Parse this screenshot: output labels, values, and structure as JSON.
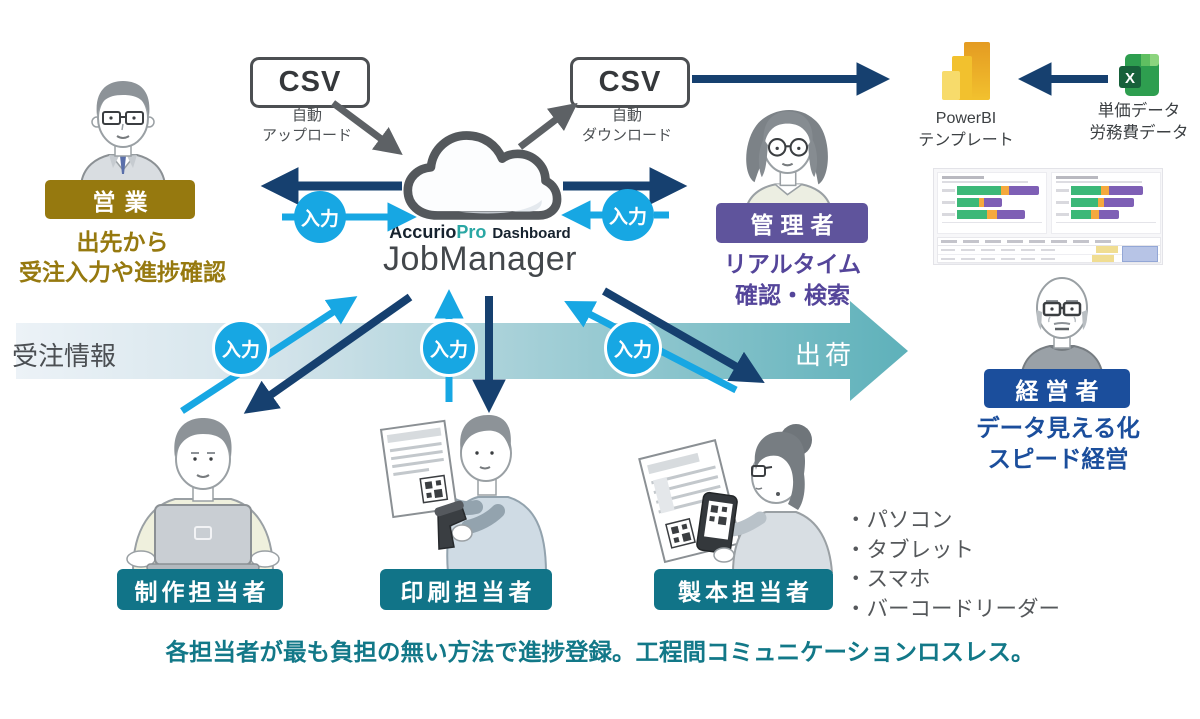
{
  "cloud": {
    "brand_accurio": "Accurio",
    "brand_pro": "Pro",
    "brand_dashboard": "Dashboard",
    "product_name": "JobManager"
  },
  "csv_upload": {
    "box_label": "CSV",
    "caption_line1": "自動",
    "caption_line2": "アップロード"
  },
  "csv_download": {
    "box_label": "CSV",
    "caption_line1": "自動",
    "caption_line2": "ダウンロード"
  },
  "powerbi": {
    "caption_line1": "PowerBI",
    "caption_line2": "テンプレート"
  },
  "excel_data": {
    "caption_line1": "単価データ",
    "caption_line2": "労務費データ"
  },
  "roles": {
    "sales": {
      "label": "営業",
      "desc_line1": "出先から",
      "desc_line2": "受注入力や進捗確認"
    },
    "admin": {
      "label": "管理者",
      "desc_line1": "リアルタイム",
      "desc_line2": "確認・検索"
    },
    "executive": {
      "label": "経営者",
      "desc_line1": "データ見える化",
      "desc_line2": "スピード経営"
    }
  },
  "flow_band": {
    "start_label": "受注情報",
    "end_label": "出荷",
    "input_badge": "入力"
  },
  "workers": [
    {
      "label": "制作担当者"
    },
    {
      "label": "印刷担当者"
    },
    {
      "label": "製本担当者"
    }
  ],
  "devices": [
    "・パソコン",
    "・タブレット",
    "・スマホ",
    "・バーコードリーダー"
  ],
  "footer": {
    "text": "各担当者が最も負担の無い方法で進捗登録。工程間コミュニケーションロスレス。"
  },
  "colors": {
    "sales_gold": "#96790f",
    "admin_purple": "#5f549c",
    "executive_blue": "#1b4e9c",
    "worker_teal": "#117488",
    "footer_teal": "#127888",
    "input_cyan": "#17a7e3",
    "arrow_navy": "#16406f",
    "arrow_gray": "#5d6165",
    "band_teal": "#5eb1ba"
  },
  "dashboard_preview": {
    "bar_colors": [
      "#3cb878",
      "#f5a93d",
      "#7e5fb5"
    ],
    "cards": [
      {
        "bars": [
          [
            44,
            8,
            30
          ],
          [
            22,
            5,
            18
          ],
          [
            30,
            10,
            28
          ]
        ]
      },
      {
        "bars": [
          [
            30,
            8,
            34
          ],
          [
            27,
            6,
            30
          ],
          [
            20,
            8,
            20
          ]
        ]
      }
    ]
  }
}
